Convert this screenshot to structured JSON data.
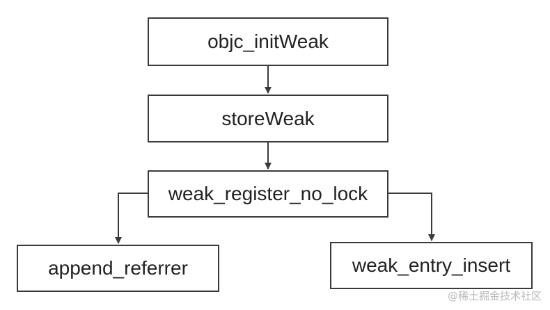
{
  "diagram": {
    "nodes": {
      "objc_initWeak": "objc_initWeak",
      "storeWeak": "storeWeak",
      "weak_register_no_lock": "weak_register_no_lock",
      "append_referrer": "append_referrer",
      "weak_entry_insert": "weak_entry_insert"
    },
    "edges": [
      {
        "from": "objc_initWeak",
        "to": "storeWeak"
      },
      {
        "from": "storeWeak",
        "to": "weak_register_no_lock"
      },
      {
        "from": "weak_register_no_lock",
        "to": "append_referrer"
      },
      {
        "from": "weak_register_no_lock",
        "to": "weak_entry_insert"
      }
    ],
    "colors": {
      "border": "#3a3a3a",
      "text": "#222222",
      "watermark": "#b9b9b9"
    }
  },
  "watermark": "@稀土掘金技术社区"
}
